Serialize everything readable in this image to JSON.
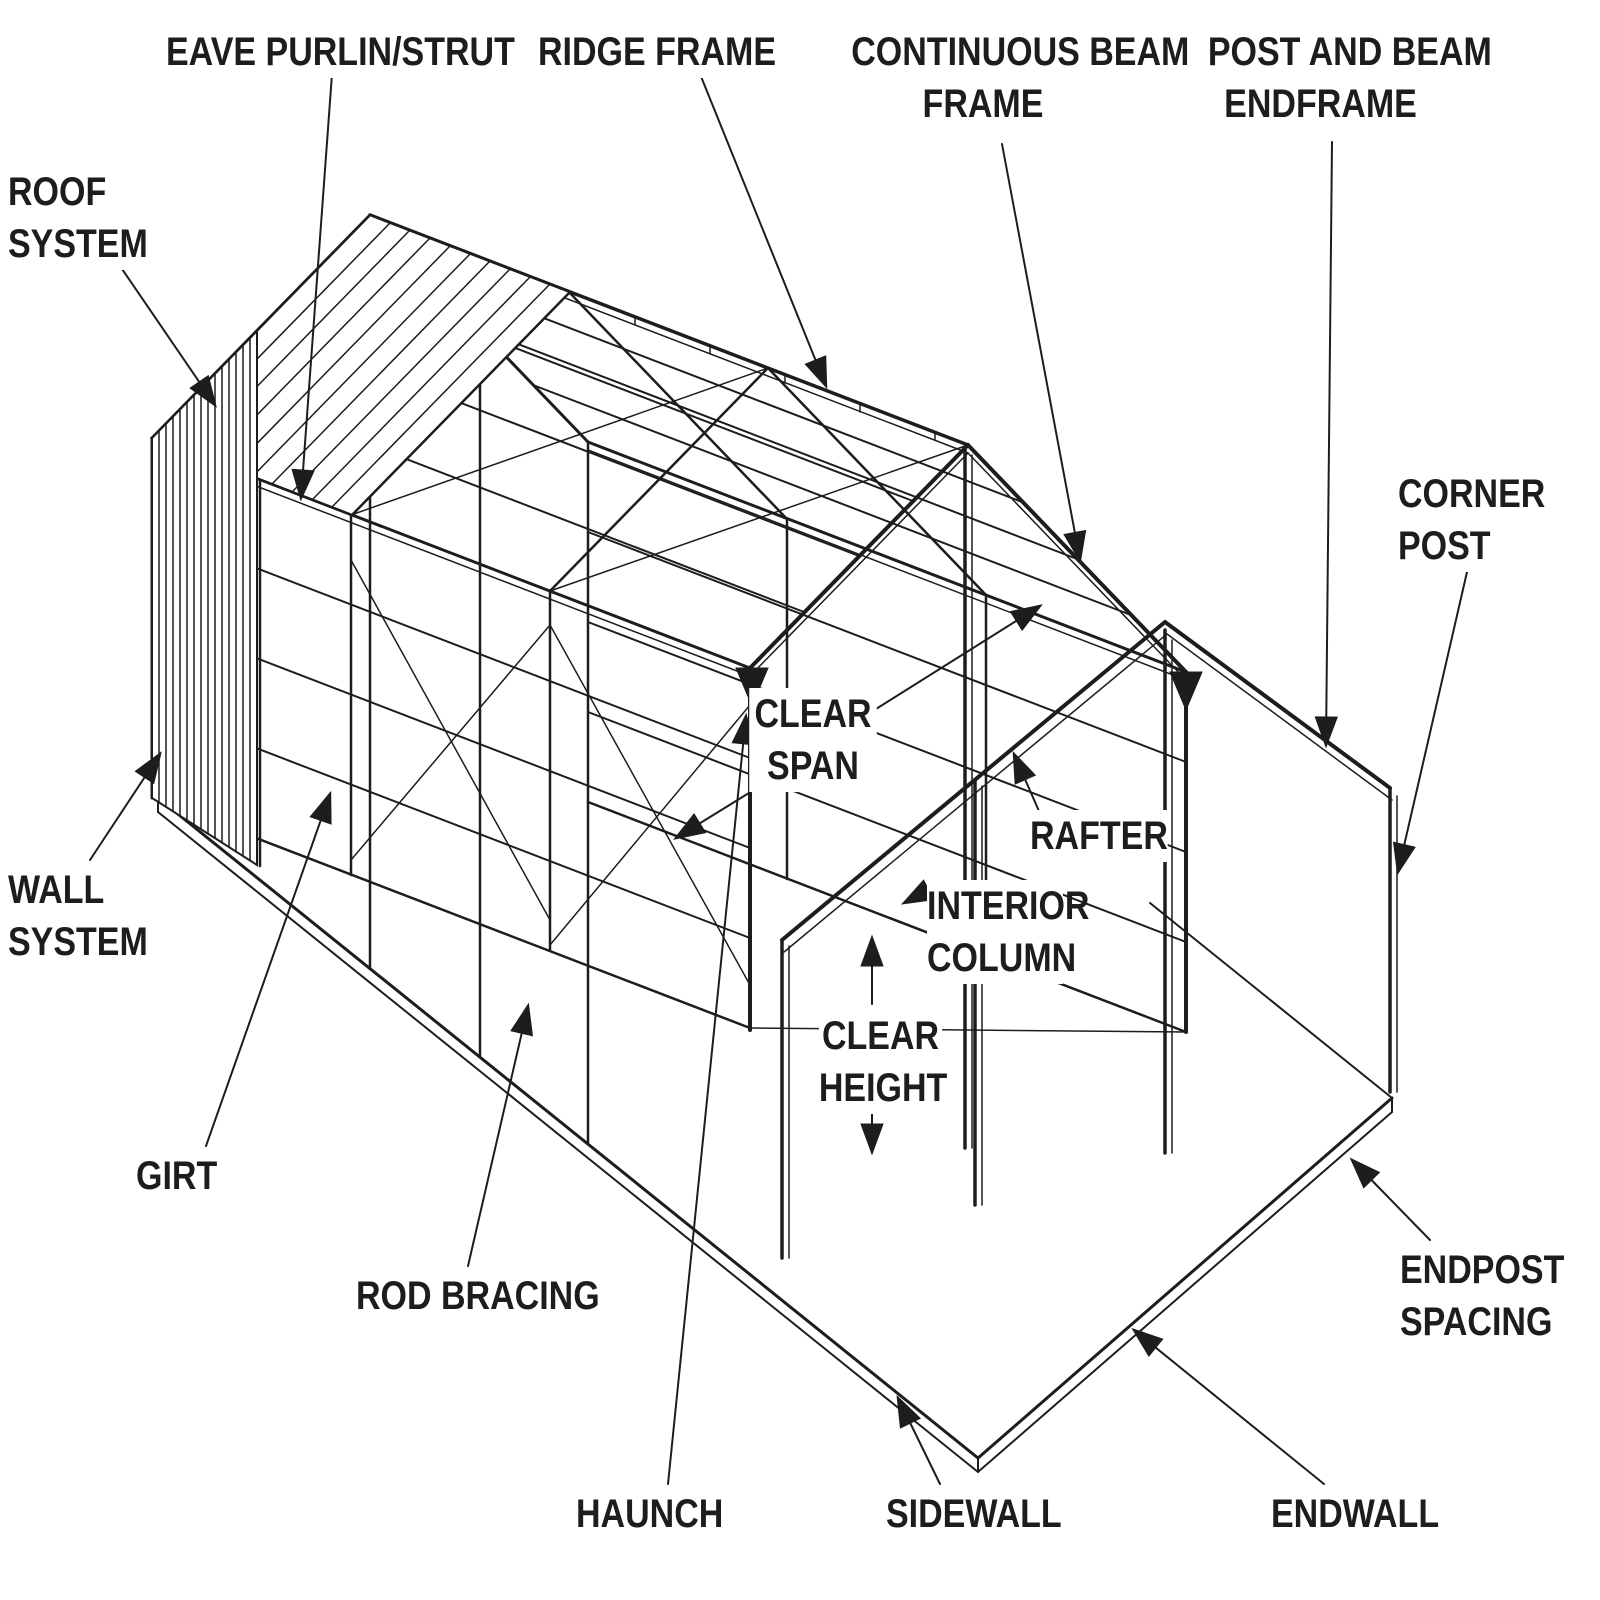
{
  "colors": {
    "ink": "#1d1d1d",
    "background": "#ffffff"
  },
  "labels": {
    "roof_system": [
      "ROOF",
      "SYSTEM"
    ],
    "eave_purlin_strut": [
      "EAVE PURLIN/STRUT"
    ],
    "ridge_frame": [
      "RIDGE FRAME"
    ],
    "continuous_beam_frame": [
      "CONTINUOUS BEAM",
      "FRAME"
    ],
    "post_and_beam_endframe": [
      "POST AND BEAM",
      "ENDFRAME"
    ],
    "corner_post": [
      "CORNER",
      "POST"
    ],
    "wall_system": [
      "WALL",
      "SYSTEM"
    ],
    "clear_span": [
      "CLEAR",
      "SPAN"
    ],
    "rafter": [
      "RAFTER"
    ],
    "interior_column": [
      "INTERIOR",
      "COLUMN"
    ],
    "clear_height": [
      "CLEAR",
      "HEIGHT"
    ],
    "girt": [
      "GIRT"
    ],
    "rod_bracing": [
      "ROD BRACING"
    ],
    "endpost_spacing": [
      "ENDPOST",
      "SPACING"
    ],
    "haunch": [
      "HAUNCH"
    ],
    "sidewall": [
      "SIDEWALL"
    ],
    "endwall": [
      "ENDWALL"
    ]
  }
}
